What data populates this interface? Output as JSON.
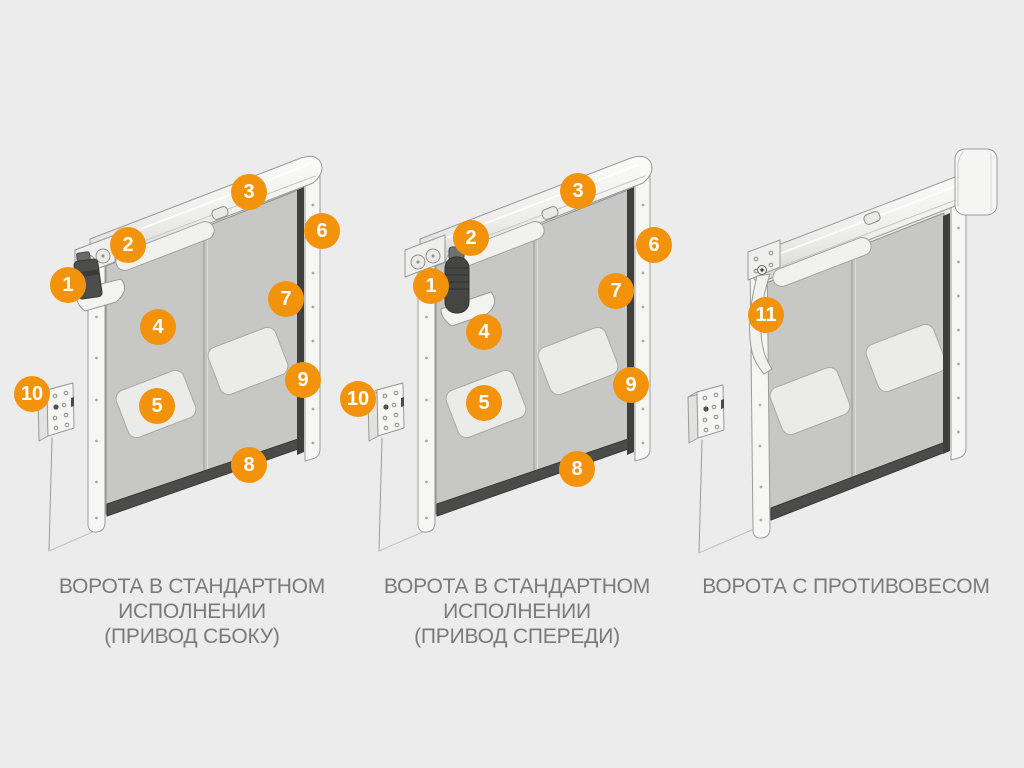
{
  "colors": {
    "background": "#ECECEC",
    "badge": "#F3930B",
    "badge_text": "#FFFFFF",
    "caption_text": "#7A7A7A"
  },
  "badges": {
    "door1": [
      "1",
      "2",
      "3",
      "4",
      "5",
      "6",
      "7",
      "8",
      "9",
      "10"
    ],
    "door2": [
      "1",
      "2",
      "3",
      "4",
      "5",
      "6",
      "7",
      "8",
      "9",
      "10"
    ],
    "door3": [
      "11"
    ]
  },
  "captions": {
    "door1": [
      "ВОРОТА В СТАНДАРТНОМ",
      "ИСПОЛНЕНИИ",
      "(ПРИВОД СБОКУ)"
    ],
    "door2": [
      "ВОРОТА В СТАНДАРТНОМ",
      "ИСПОЛНЕНИИ",
      "(ПРИВОД СПЕРЕДИ)"
    ],
    "door3": [
      "ВОРОТА С ПРОТИВОВЕСОМ"
    ]
  },
  "illustrations": {
    "door1": "standard-door-side-drive",
    "door2": "standard-door-front-drive",
    "door3": "counterweight-door"
  }
}
